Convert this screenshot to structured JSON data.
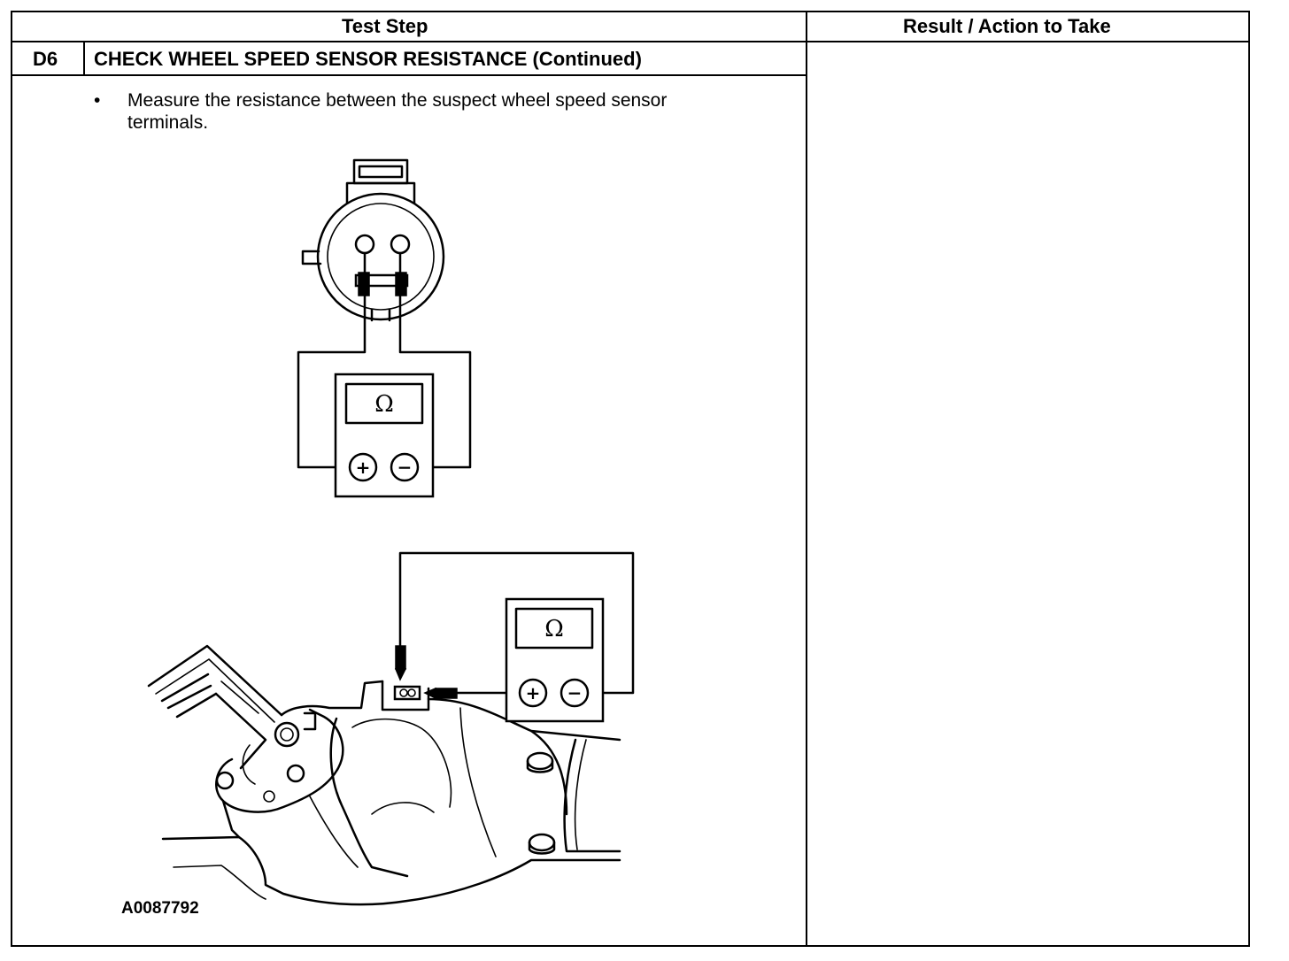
{
  "table": {
    "header_test_step": "Test Step",
    "header_result": "Result / Action to Take",
    "step_id": "D6",
    "step_title": "CHECK WHEEL SPEED SENSOR RESISTANCE (Continued)",
    "bullet_glyph": "•",
    "instruction": "Measure the resistance between the suspect wheel speed sensor terminals."
  },
  "figure": {
    "meter_symbol": "Ω",
    "plus_symbol": "+",
    "minus_symbol": "−",
    "figure_id": "A0087792",
    "icons": [
      "sensor-connector-icon",
      "ohmmeter-icon",
      "axle-housing-icon"
    ]
  }
}
